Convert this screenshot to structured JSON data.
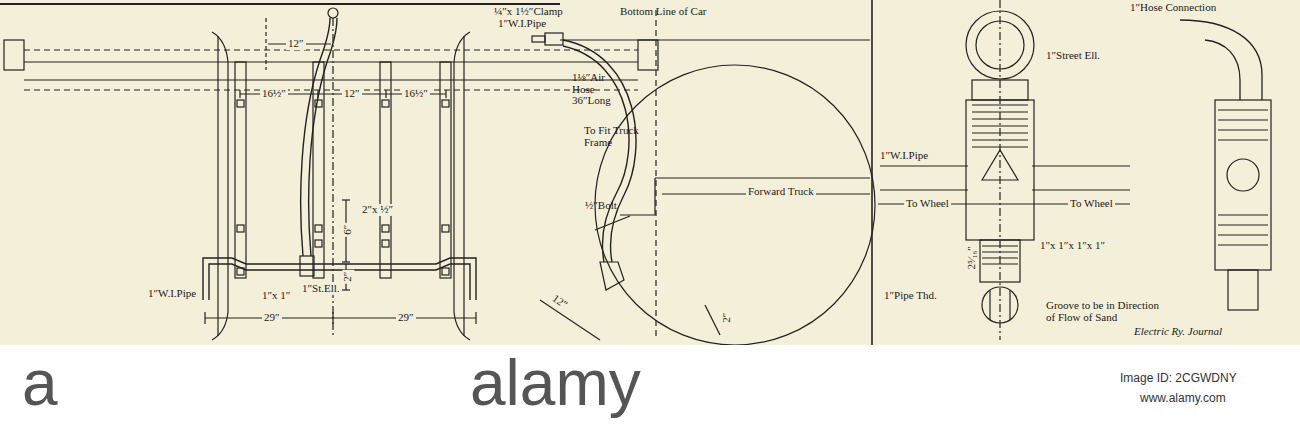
{
  "diagram": {
    "labels": [
      "12″",
      "16½″",
      "12″",
      "16½″",
      "6″",
      "2″",
      "2″x ½″",
      "1″W.I.Pipe",
      "1″x 1″",
      "1″St.Ell.",
      "29″",
      "29″",
      "¼″x 1½″Clamp",
      "1″W.I.Pipe",
      "Bottom Line of Car",
      "1⅛″Air Hose 36″Long",
      "To Fit Truck Frame",
      "Forward Truck",
      "½″Bolt",
      "12″",
      "2″",
      "1″Hose Connection",
      "1″Street Ell.",
      "1″W.I.Pipe",
      "To Wheel",
      "To Wheel",
      "1″x 1″x 1″x 1″",
      "2⁵⁄₁₆″",
      "1″Pipe Thd.",
      "Groove to be in Direction of Flow of Sand",
      "Electric Ry. Journal",
      "alamy",
      "a",
      "Image ID: 2CGWDNY",
      "www.alamy.com"
    ]
  }
}
